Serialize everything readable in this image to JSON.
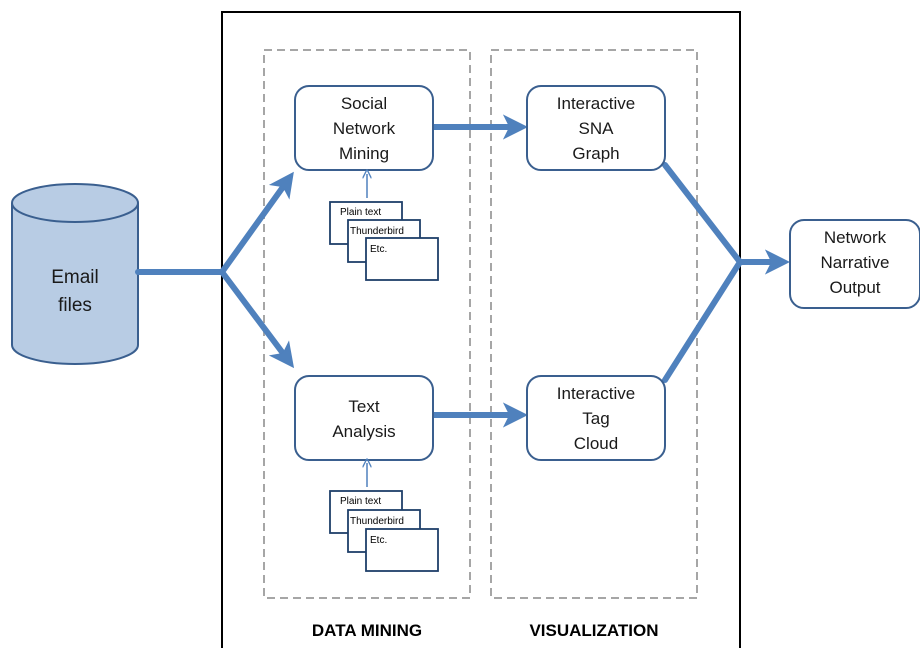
{
  "colors": {
    "accent": "#4f81bd",
    "box_stroke": "#3a5f8f",
    "dashed": "#a6a6a6",
    "cylinder_fill": "#b8cce4"
  },
  "source": {
    "line1": "Email",
    "line2": "files"
  },
  "sections": {
    "data_mining": "DATA MINING",
    "visualization": "VISUALIZATION"
  },
  "mining": {
    "social_network": [
      "Social",
      "Network",
      "Mining"
    ],
    "text_analysis": [
      "Text",
      "Analysis"
    ]
  },
  "visualization": {
    "sna_graph": [
      "Interactive",
      "SNA",
      "Graph"
    ],
    "tag_cloud": [
      "Interactive",
      "Tag",
      "Cloud"
    ]
  },
  "output": [
    "Network",
    "Narrative",
    "Output"
  ],
  "input_formats": [
    "Plain text",
    "Thunderbird",
    "Etc."
  ]
}
